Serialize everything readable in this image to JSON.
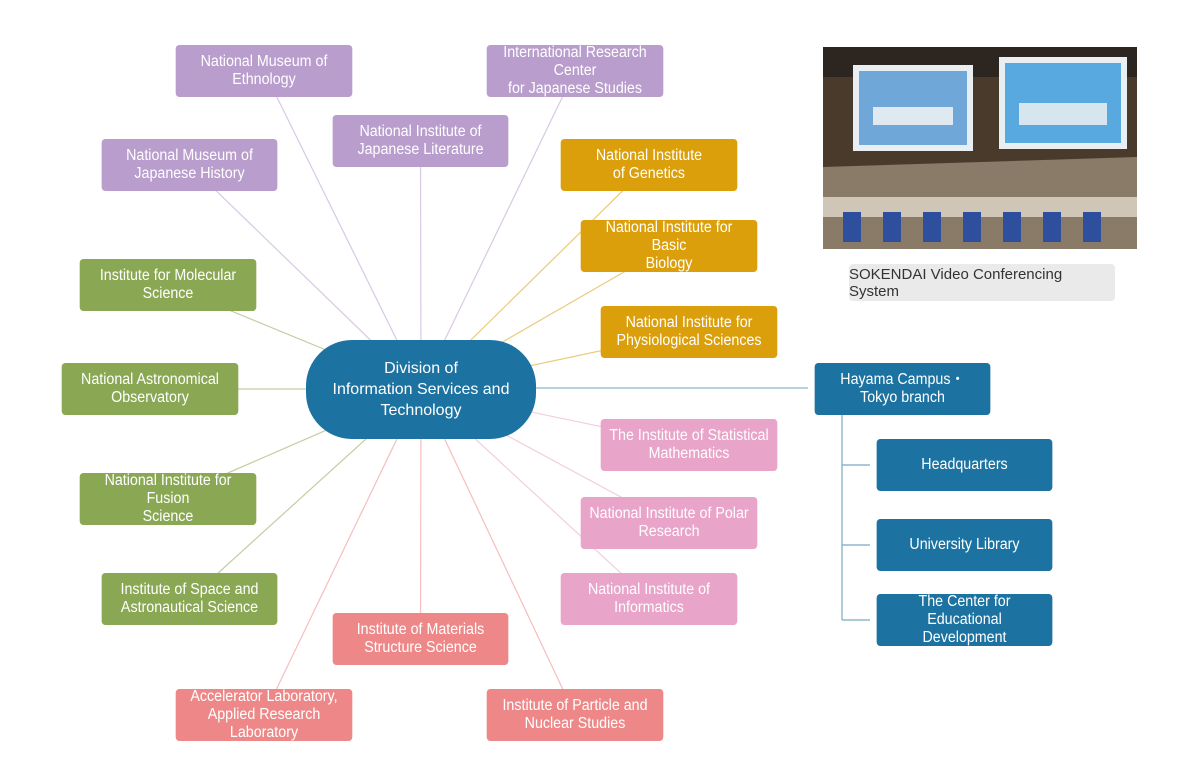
{
  "center": {
    "label": "Division of\nInformation Services and\nTechnology"
  },
  "colors": {
    "purple": "#b99dcc",
    "gold": "#db9f0c",
    "green": "#8aa854",
    "pink": "#e8a4c9",
    "salmon": "#ee8888",
    "blue": "#1c72a0"
  },
  "institutes": [
    {
      "id": "ethnology",
      "label": "National Museum of\nEthnology",
      "color": "purple"
    },
    {
      "id": "japanese-studies",
      "label": "International Research Center\nfor Japanese Studies",
      "color": "purple"
    },
    {
      "id": "japanese-literature",
      "label": "National Institute of\nJapanese Literature",
      "color": "purple"
    },
    {
      "id": "japanese-history",
      "label": "National Museum of\nJapanese History",
      "color": "purple"
    },
    {
      "id": "genetics",
      "label": "National Institute\nof Genetics",
      "color": "gold"
    },
    {
      "id": "basic-biology",
      "label": "National Institute for Basic\nBiology",
      "color": "gold"
    },
    {
      "id": "physiological",
      "label": "National Institute for\nPhysiological Sciences",
      "color": "gold"
    },
    {
      "id": "molecular",
      "label": "Institute for Molecular\nScience",
      "color": "green"
    },
    {
      "id": "astronomical",
      "label": "National Astronomical\nObservatory",
      "color": "green"
    },
    {
      "id": "fusion",
      "label": "National Institute for Fusion\nScience",
      "color": "green"
    },
    {
      "id": "space",
      "label": "Institute of Space and\nAstronautical Science",
      "color": "green"
    },
    {
      "id": "statistical",
      "label": "The Institute of Statistical\nMathematics",
      "color": "pink"
    },
    {
      "id": "polar",
      "label": "National Institute of Polar\nResearch",
      "color": "pink"
    },
    {
      "id": "informatics",
      "label": "National Institute of\nInformatics",
      "color": "pink"
    },
    {
      "id": "materials",
      "label": "Institute of Materials\nStructure Science",
      "color": "salmon"
    },
    {
      "id": "accelerator",
      "label": "Accelerator Laboratory,\nApplied Research Laboratory",
      "color": "salmon"
    },
    {
      "id": "particle",
      "label": "Institute of Particle and\nNuclear Studies",
      "color": "salmon"
    }
  ],
  "hayama": {
    "label": "Hayama Campus・\nTokyo branch",
    "children": [
      {
        "id": "headquarters",
        "label": "Headquarters"
      },
      {
        "id": "library",
        "label": "University Library"
      },
      {
        "id": "educational",
        "label": "The Center for Educational\nDevelopment"
      }
    ]
  },
  "photo": {
    "caption": "SOKENDAI Video Conferencing System"
  }
}
